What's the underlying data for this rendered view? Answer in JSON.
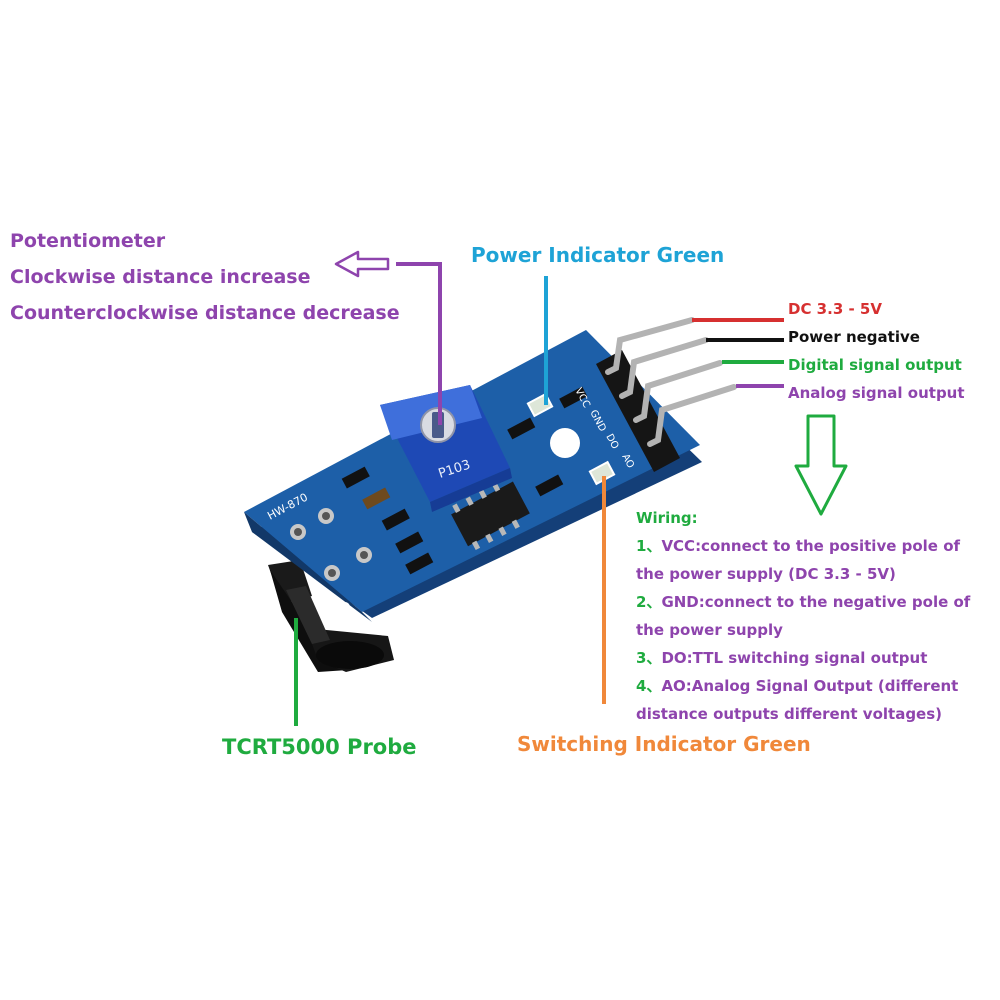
{
  "labels": {
    "potentiometer": {
      "title": "Potentiometer",
      "line1": "Clockwise distance increase",
      "line2": "Counterclockwise distance decrease"
    },
    "power_indicator": "Power Indicator Green",
    "switching_indicator": "Switching Indicator Green",
    "probe": "TCRT5000 Probe",
    "pins": {
      "vcc": "DC 3.3 - 5V",
      "gnd": "Power negative",
      "do": "Digital signal output",
      "ao": "Analog signal output"
    }
  },
  "board": {
    "model_text": "HW-870",
    "pot_marking": "P103",
    "pin_labels": [
      "VCC",
      "GND",
      "DO",
      "AO"
    ]
  },
  "wiring": {
    "title": "Wiring:",
    "rows": [
      {
        "num": "1、",
        "lines": [
          "VCC:connect to the positive pole of",
          "the power supply (DC 3.3 - 5V)"
        ]
      },
      {
        "num": "2、",
        "lines": [
          "GND:connect to the negative pole of",
          "the power supply"
        ]
      },
      {
        "num": "3、",
        "lines": [
          "DO:TTL switching signal output"
        ]
      },
      {
        "num": "4、",
        "lines": [
          "AO:Analog Signal Output (different",
          "distance outputs different voltages)"
        ]
      }
    ]
  },
  "colors": {
    "purple": "#8e44ad",
    "blue": "#1ea3d6",
    "green": "#1fab3f",
    "orange": "#f0883a",
    "red": "#d63030",
    "board": "#1d5fa8"
  }
}
